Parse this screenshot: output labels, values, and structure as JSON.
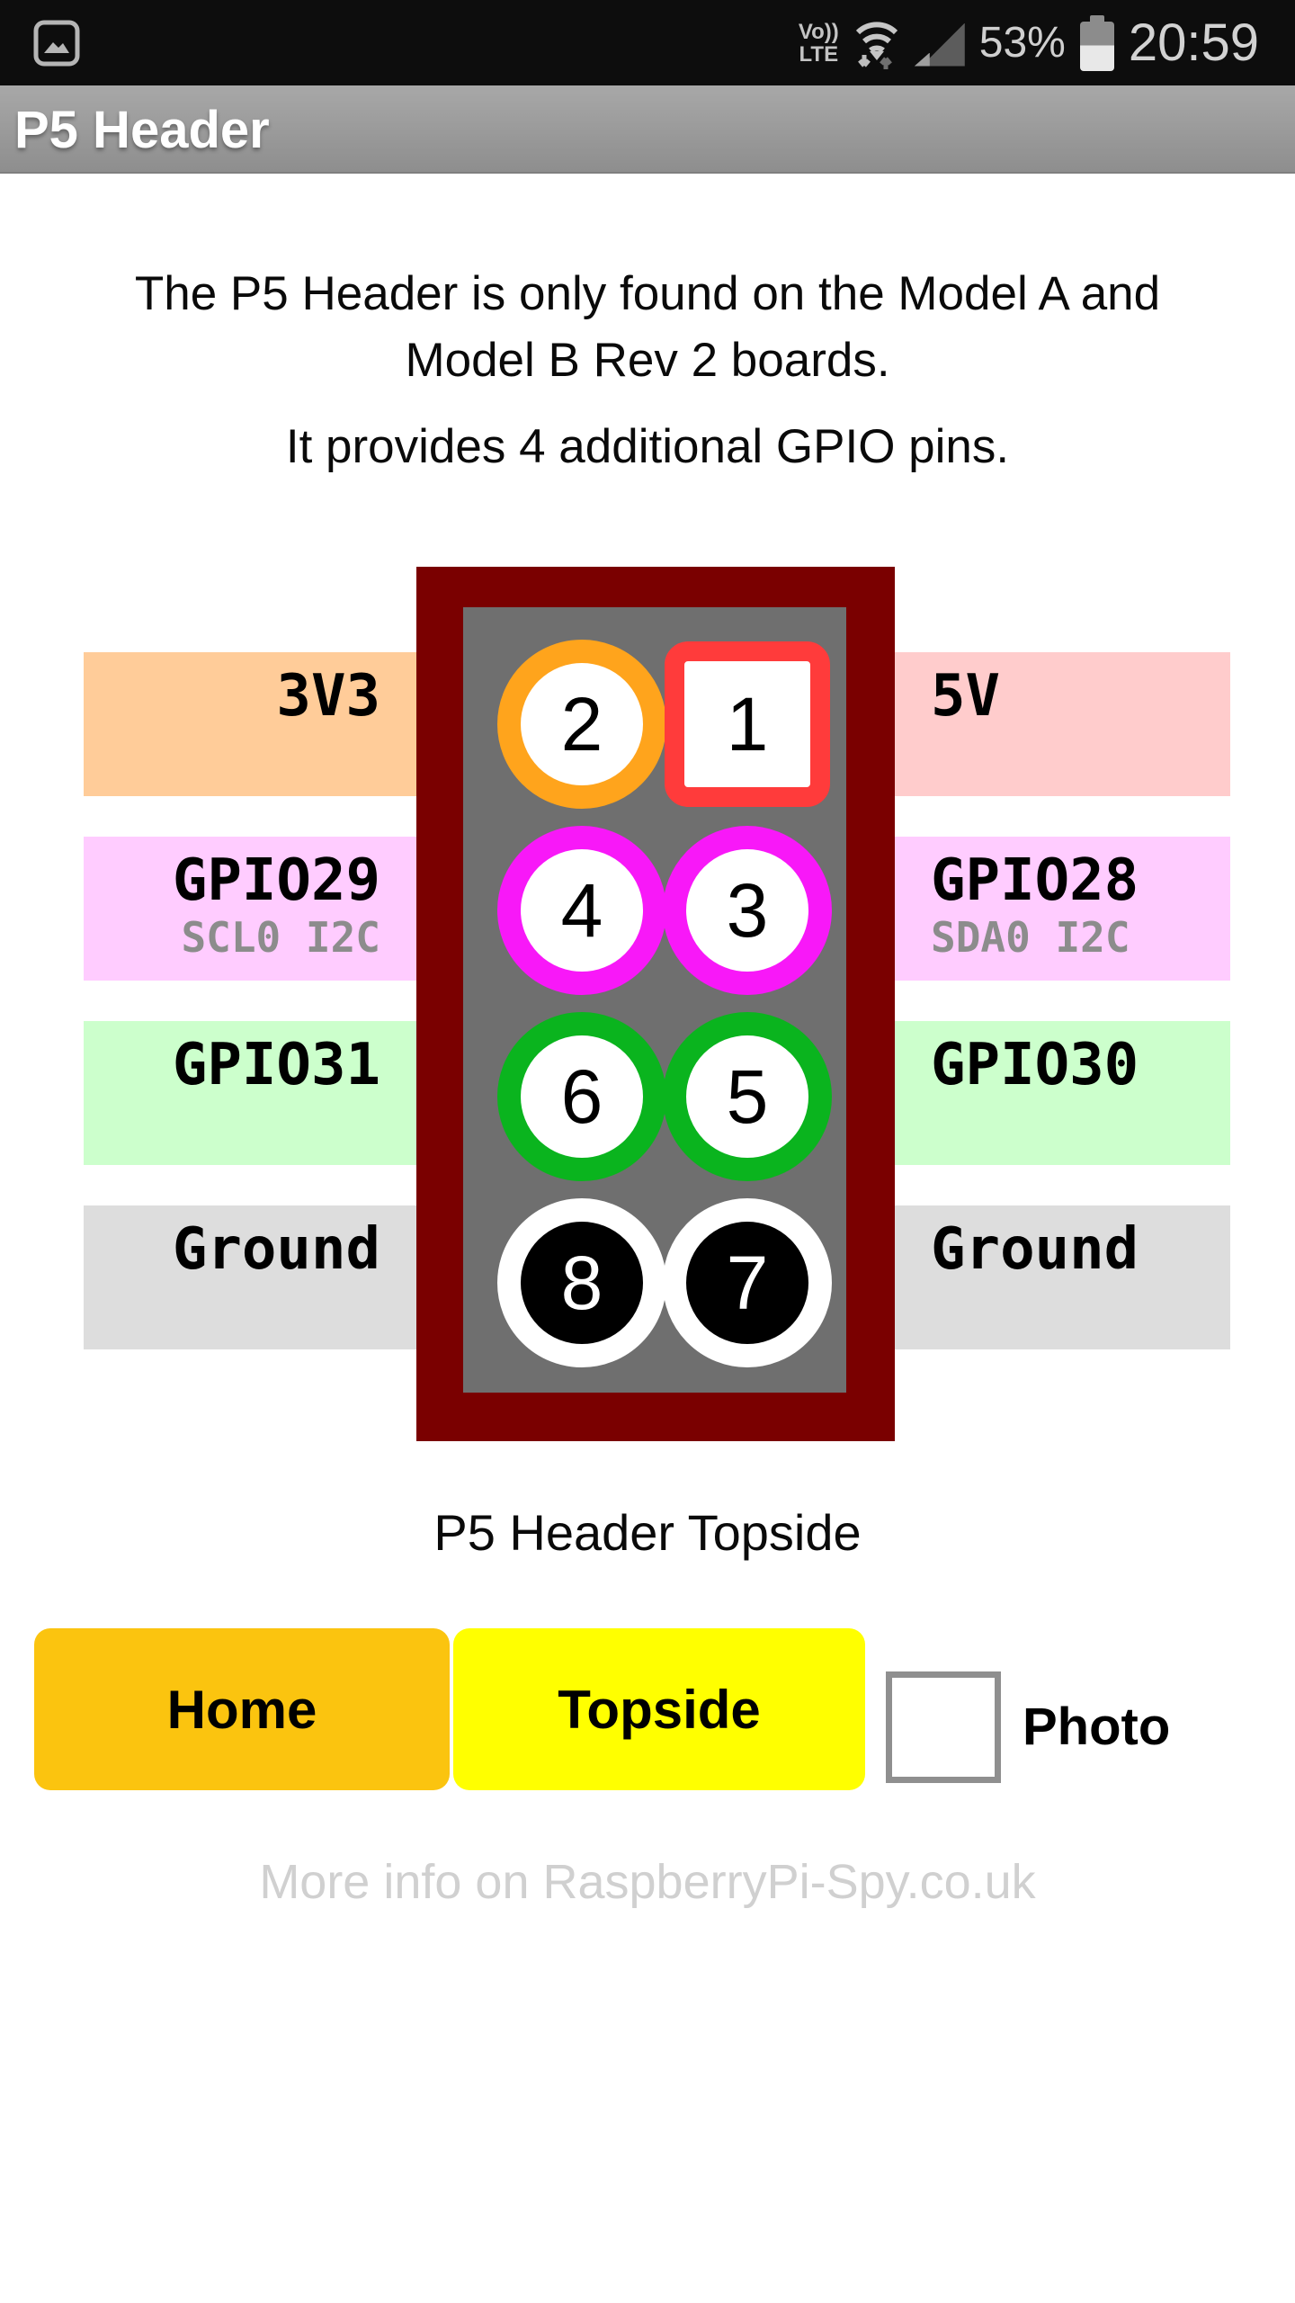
{
  "status_bar": {
    "volte_top": "Vo))",
    "volte_bottom": "LTE",
    "battery_percent": "53%",
    "time": "20:59"
  },
  "title_bar": {
    "title": "P5 Header"
  },
  "intro": {
    "paragraph1": "The P5 Header is only found on the Model A and Model B Rev 2 boards.",
    "paragraph2": "It provides 4 additional GPIO pins."
  },
  "diagram": {
    "caption": "P5 Header Topside",
    "header_outline_color": "#7a0000",
    "header_body_color": "#6f6f6f",
    "sub_label_color": "#8c8c8c",
    "rows": [
      {
        "left_label": "3V3",
        "right_label": "5V",
        "left_band": "#ffcc99",
        "right_band": "#ffcccc",
        "left_pin": {
          "number": "2",
          "ring": "#ffa41c",
          "fill": "#ffffff",
          "number_color": "#000000"
        },
        "right_pin": {
          "number": "1",
          "ring": "#ff3b3b",
          "fill": "#ffffff",
          "number_color": "#000000"
        }
      },
      {
        "left_label": "GPIO29",
        "left_sub": "SCL0 I2C",
        "right_label": "GPIO28",
        "right_sub": "SDA0 I2C",
        "left_band": "#ffccff",
        "right_band": "#ffccff",
        "left_pin": {
          "number": "4",
          "ring": "#f818f8",
          "fill": "#ffffff",
          "number_color": "#000000"
        },
        "right_pin": {
          "number": "3",
          "ring": "#f818f8",
          "fill": "#ffffff",
          "number_color": "#000000"
        }
      },
      {
        "left_label": "GPIO31",
        "right_label": "GPIO30",
        "left_band": "#ccffcc",
        "right_band": "#ccffcc",
        "left_pin": {
          "number": "6",
          "ring": "#0ab41e",
          "fill": "#ffffff",
          "number_color": "#000000"
        },
        "right_pin": {
          "number": "5",
          "ring": "#0ab41e",
          "fill": "#ffffff",
          "number_color": "#000000"
        }
      },
      {
        "left_label": "Ground",
        "right_label": "Ground",
        "left_band": "#dddddd",
        "right_band": "#dddddd",
        "left_pin": {
          "number": "8",
          "ring": "#ffffff",
          "fill": "#000000",
          "number_color": "#ffffff"
        },
        "right_pin": {
          "number": "7",
          "ring": "#ffffff",
          "fill": "#000000",
          "number_color": "#ffffff"
        }
      }
    ]
  },
  "buttons": [
    {
      "label": "Home",
      "color": "#fbc40f"
    },
    {
      "label": "Topside",
      "color": "#ffff00"
    }
  ],
  "photo_checkbox": {
    "label": "Photo",
    "checked": false
  },
  "footer": {
    "text": "More info on RaspberryPi-Spy.co.uk",
    "color": "#d0d0d0"
  }
}
